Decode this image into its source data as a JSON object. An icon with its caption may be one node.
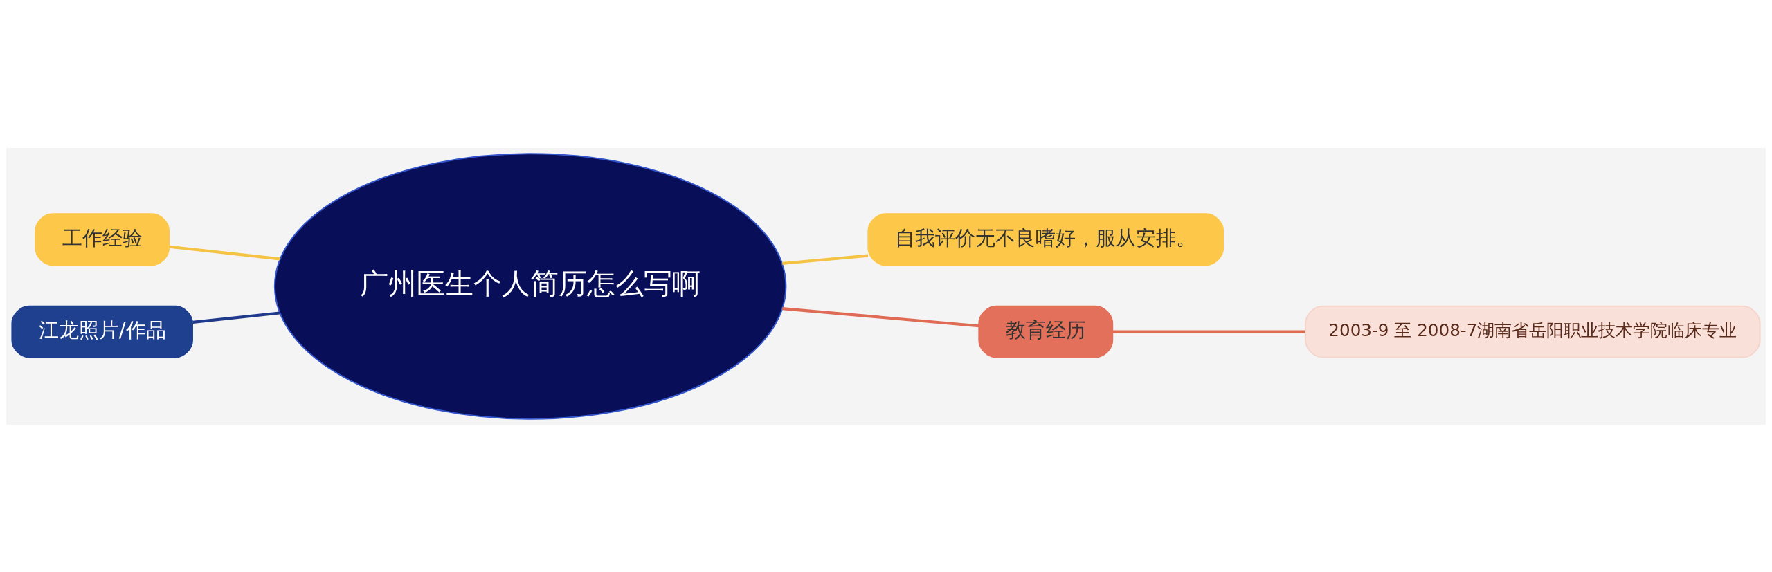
{
  "diagram": {
    "nodes": [
      {
        "text": [
          "广州医生个人简历怎么写啊"
        ]
      },
      {
        "text": [
          "工作经验"
        ]
      },
      {
        "text": [
          "江龙照片/作品"
        ]
      },
      {
        "text": [
          "自我评价无不良嗜好，服从安排。"
        ]
      },
      {
        "text": [
          "教育经历"
        ]
      },
      {
        "text": [
          "2003-9 至 2008-7湖南省岳阳职业技术学院临床专业"
        ]
      }
    ],
    "edges": [
      {
        "from": 0,
        "to": 1,
        "arrow": "none",
        "color": "#f5c342"
      },
      {
        "from": 0,
        "to": 2,
        "arrow": "none",
        "color": "#1f3a8a"
      },
      {
        "from": 0,
        "to": 3,
        "arrow": "none",
        "color": "#f5c342"
      },
      {
        "from": 0,
        "to": 4,
        "arrow": "none",
        "color": "#e06b55"
      },
      {
        "from": 4,
        "to": 5,
        "arrow": "none",
        "color": "#e06b55"
      }
    ]
  }
}
